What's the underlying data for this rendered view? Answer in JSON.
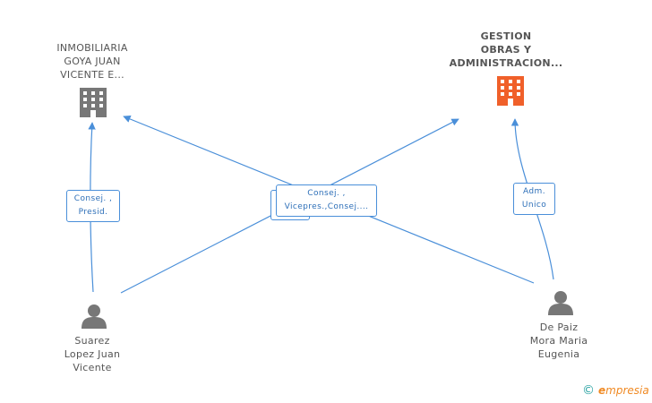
{
  "nodes": {
    "company1": {
      "name_line1": "INMOBILIARIA",
      "name_line2": "GOYA JUAN",
      "name_line3": "VICENTE E..."
    },
    "company2": {
      "name_line1": "GESTION",
      "name_line2": "OBRAS Y",
      "name_line3": "ADMINISTRACION..."
    },
    "person1": {
      "name_line1": "Suarez",
      "name_line2": "Lopez Juan",
      "name_line3": "Vicente"
    },
    "person2": {
      "name_line1": "De Paiz",
      "name_line2": "Mora Maria",
      "name_line3": "Eugenia"
    }
  },
  "edges": {
    "person1_company1": {
      "line1": "Consej. ,",
      "line2": "Presid."
    },
    "center": {
      "line1": "Consej. ,",
      "line2": "Vicepres.,Consej...."
    },
    "person2_company2": {
      "line1": "Adm.",
      "line2": "Unico"
    }
  },
  "colors": {
    "edge": "#4a8fd9",
    "company_default": "#777777",
    "company_highlight": "#f0602a",
    "person": "#777777"
  },
  "icons": {
    "company": "building-icon",
    "person": "person-icon"
  },
  "brand": {
    "copyright": "©",
    "initial": "e",
    "rest": "mpresia"
  }
}
